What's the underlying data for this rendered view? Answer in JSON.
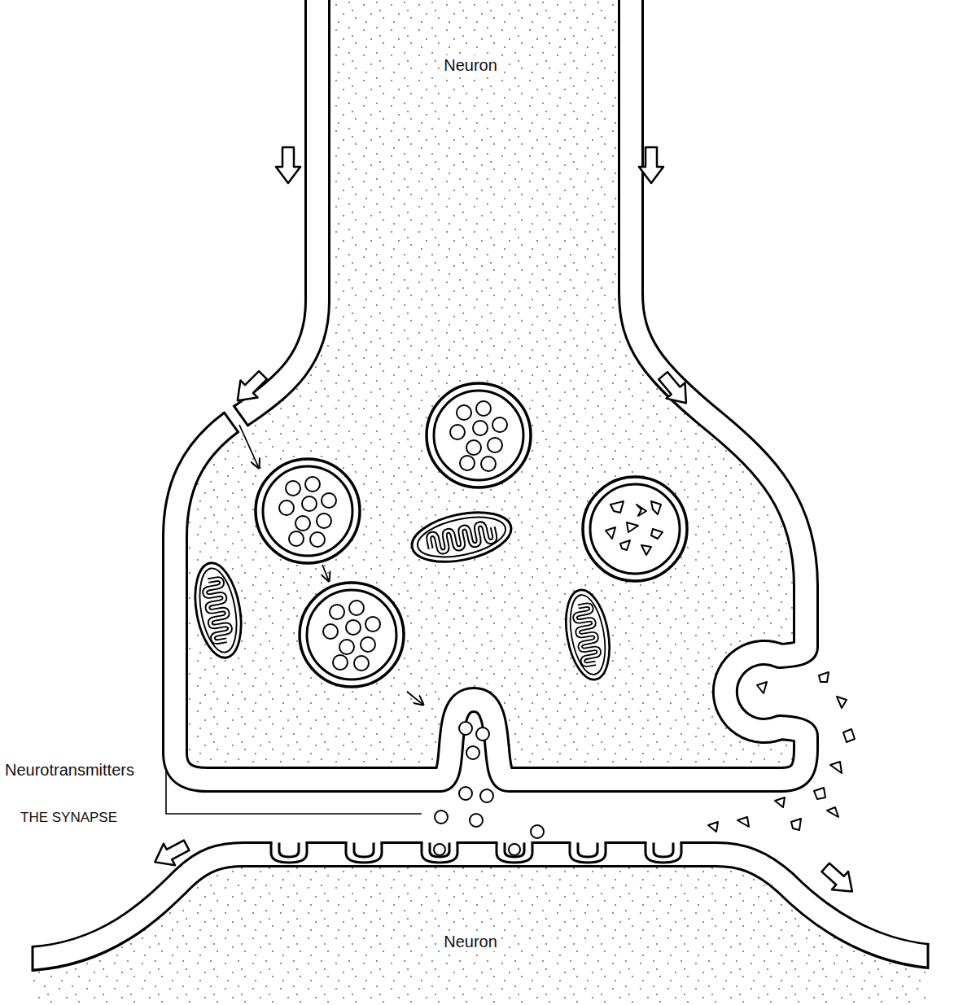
{
  "diagram": {
    "labels": [
      "Neuron",
      "Neurotransmitters",
      "THE SYNAPSE",
      "Neuron"
    ]
  }
}
